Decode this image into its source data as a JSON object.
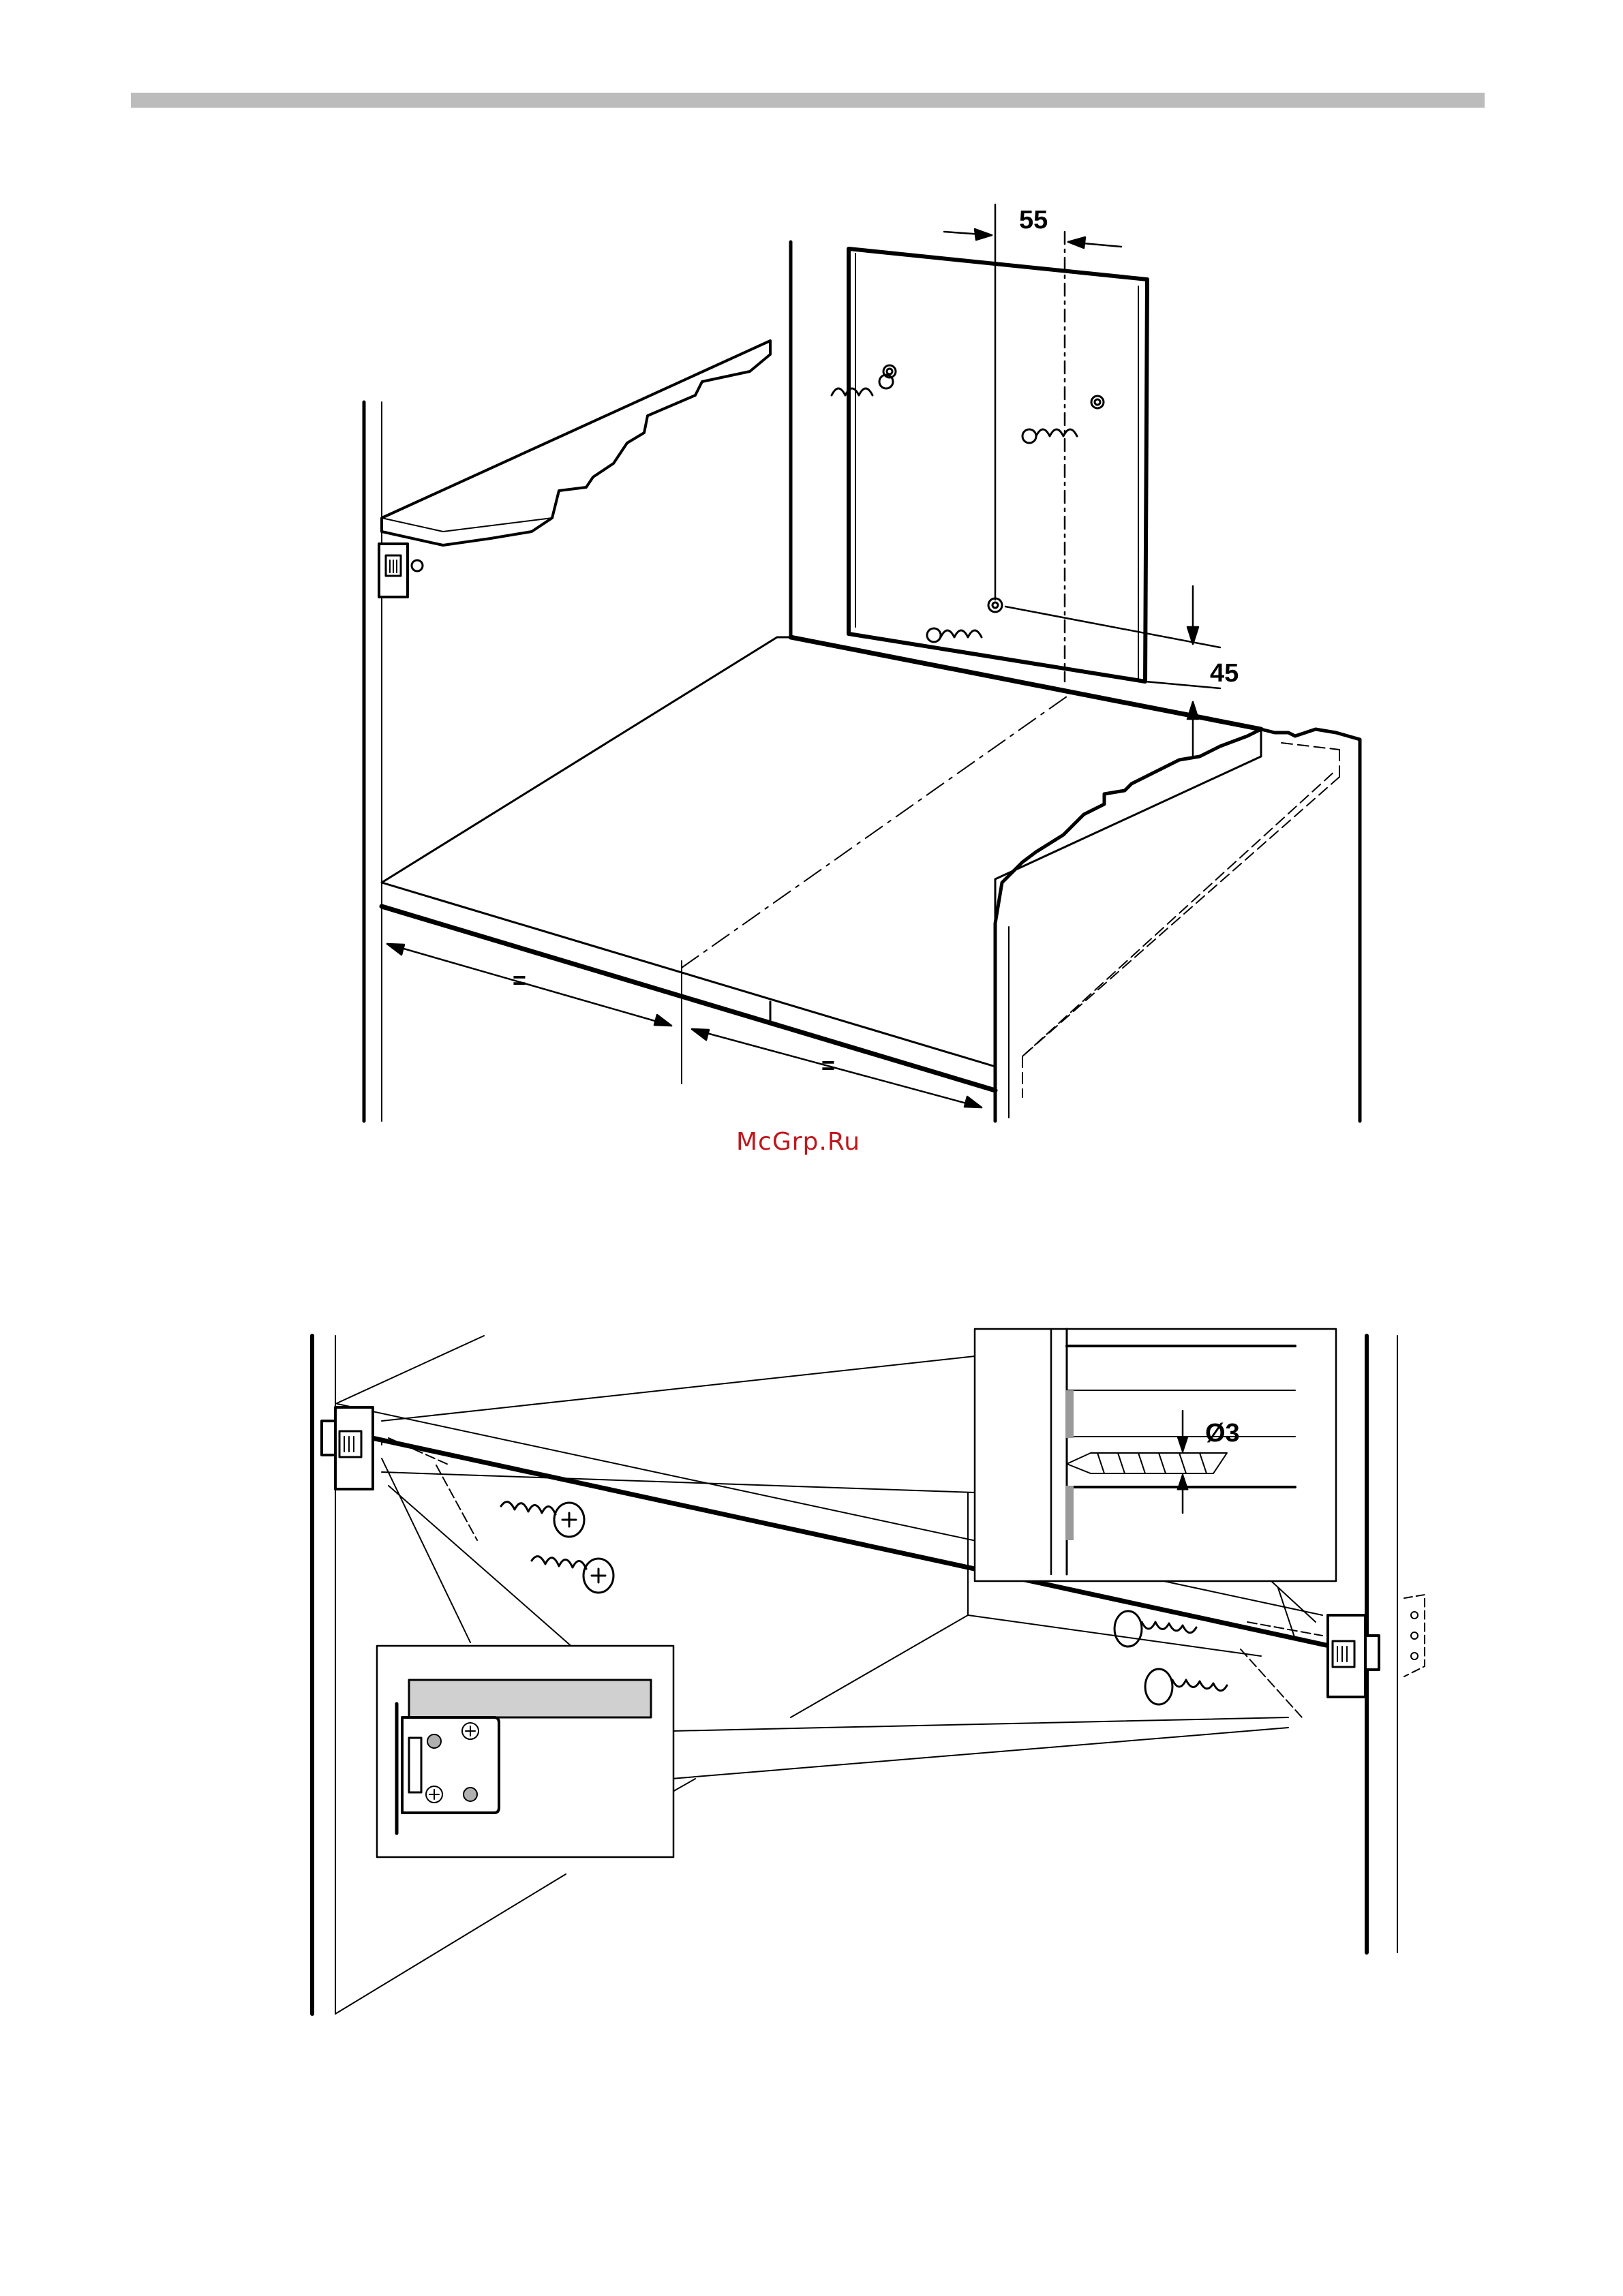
{
  "page": {
    "header_bar_color": "#bcbcbc"
  },
  "figure1": {
    "dim_top": "55",
    "dim_right": "45",
    "equal_left": "=",
    "equal_right": "="
  },
  "figure2": {
    "drill_diameter": "Ø3"
  },
  "watermark": {
    "text": "McGrp.Ru",
    "color": "#c0161c"
  }
}
